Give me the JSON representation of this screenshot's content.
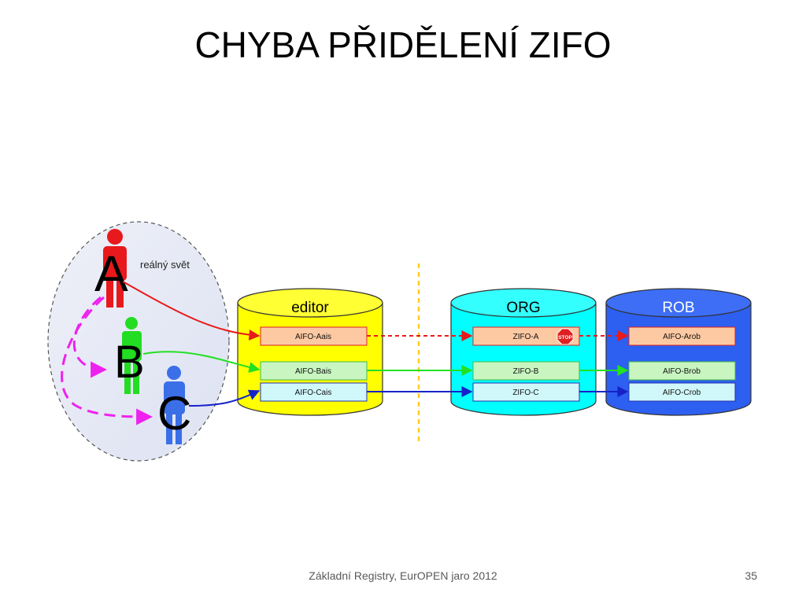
{
  "slide": {
    "title": "CHYBA PŘIDĚLENÍ ZIFO",
    "footer": "Základní Registry, EurOPEN jaro 2012",
    "page_number": "35"
  },
  "diagram": {
    "real_world_label": "reálný svět",
    "persons": {
      "a": {
        "letter": "A",
        "color": "#e8191c"
      },
      "b": {
        "letter": "B",
        "color": "#22dd22"
      },
      "c": {
        "letter": "C",
        "color": "#3a6fe8"
      }
    },
    "databases": {
      "editor": {
        "label": "editor",
        "color": "#ffff00",
        "records": [
          "AIFO-Aais",
          "AIFO-Bais",
          "AIFO-Cais"
        ]
      },
      "org": {
        "label": "ORG",
        "color": "#00ffff",
        "records": [
          "ZIFO-A",
          "ZIFO-B",
          "ZIFO-C"
        ]
      },
      "rob": {
        "label": "ROB",
        "color": "#2d5ff0",
        "records": [
          "AIFO-Arob",
          "AIFO-Brob",
          "AIFO-Crob"
        ]
      }
    },
    "stop_sign": "STOP",
    "colors": {
      "row_a_fill": "#fcc9a3",
      "row_b_fill": "#c8f5c0",
      "row_c_fill": "#d0f7fa",
      "arrow_a": "#e81a1a",
      "arrow_b": "#22e022",
      "arrow_c": "#1622c8",
      "dashed_magenta": "#ee22ee",
      "separator": "#ffcc22"
    }
  }
}
